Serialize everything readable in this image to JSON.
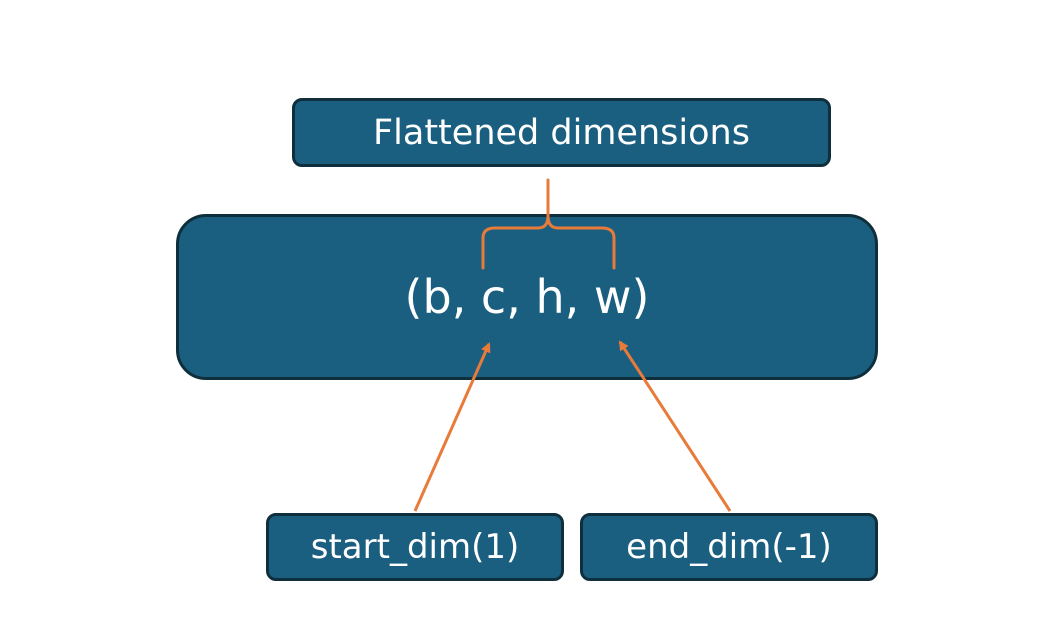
{
  "diagram": {
    "top_label": "Flattened dimensions",
    "tensor_shape": "(b, c, h, w)",
    "start_label": "start_dim(1)",
    "end_label": "end_dim(-1)"
  },
  "colors": {
    "box_fill": "#1a5f80",
    "box_border": "#0f2f3c",
    "text": "#ffffff",
    "arrow": "#e87a3a"
  }
}
